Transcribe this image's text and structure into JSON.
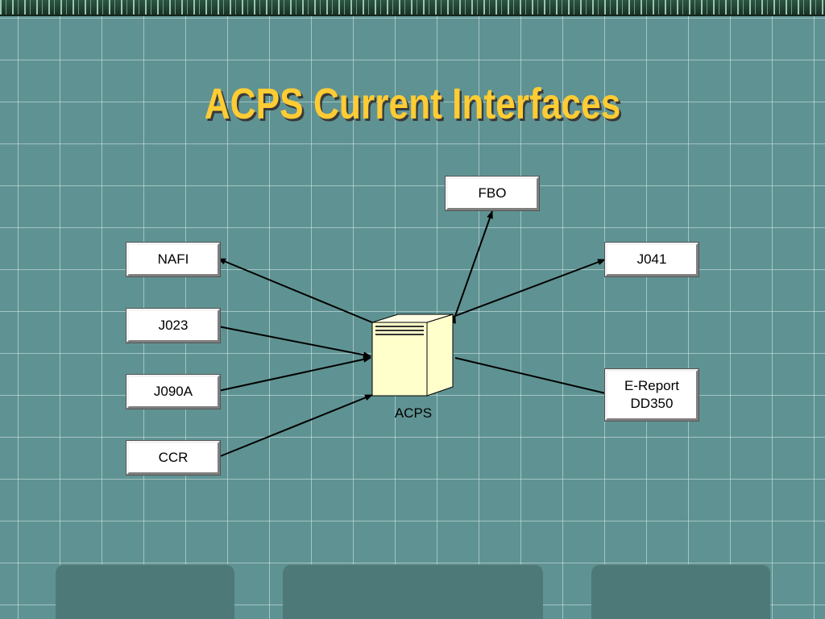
{
  "slide": {
    "title": "ACPS Current Interfaces"
  },
  "diagram": {
    "server": {
      "label": "ACPS",
      "icon": "server-tower-icon"
    },
    "nodes": {
      "fbo": {
        "label": "FBO"
      },
      "nafi": {
        "label": "NAFI"
      },
      "j041": {
        "label": "J041"
      },
      "j023": {
        "label": "J023"
      },
      "j090a": {
        "label": "J090A"
      },
      "ereport": {
        "line1": "E-Report",
        "line2": "DD350"
      },
      "ccr": {
        "label": "CCR"
      }
    }
  },
  "colors": {
    "background": "#5f9393",
    "title": "#ffcc33",
    "server": "#ffffcc",
    "footer_panel": "#4d7a78"
  }
}
